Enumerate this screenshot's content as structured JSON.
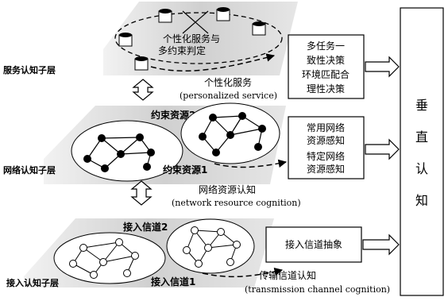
{
  "layers": {
    "service": {
      "name": "服务认知子层",
      "inner_label_1": "个性化服务与",
      "inner_label_2": "多约束判定",
      "caption_cn": "个性化服务",
      "caption_en": "(personalized service)",
      "box_lines": [
        "多任务一",
        "致性决策",
        "环境匹配合",
        "理性决策"
      ]
    },
    "network": {
      "name": "网络认知子层",
      "constraint_2": "约束资源2",
      "constraint_1": "约束资源1",
      "caption_cn": "网络资源认知",
      "caption_en": "(network resource cognition)",
      "box_lines": [
        "常用网络",
        "资源感知",
        "特定网络",
        "资源感知"
      ]
    },
    "access": {
      "name": "接入认知子层",
      "channel_2": "接入信道2",
      "channel_1": "接入信道1",
      "caption_cn": "传输信道认知",
      "caption_en": "(transmission channel cognition)",
      "box_text": "接入信道抽象"
    }
  },
  "vertical_cognition": [
    "垂",
    "直",
    "认",
    "知"
  ],
  "colors": {
    "ink": "#000000",
    "band": "#d4d4d4",
    "paper": "#ffffff"
  }
}
